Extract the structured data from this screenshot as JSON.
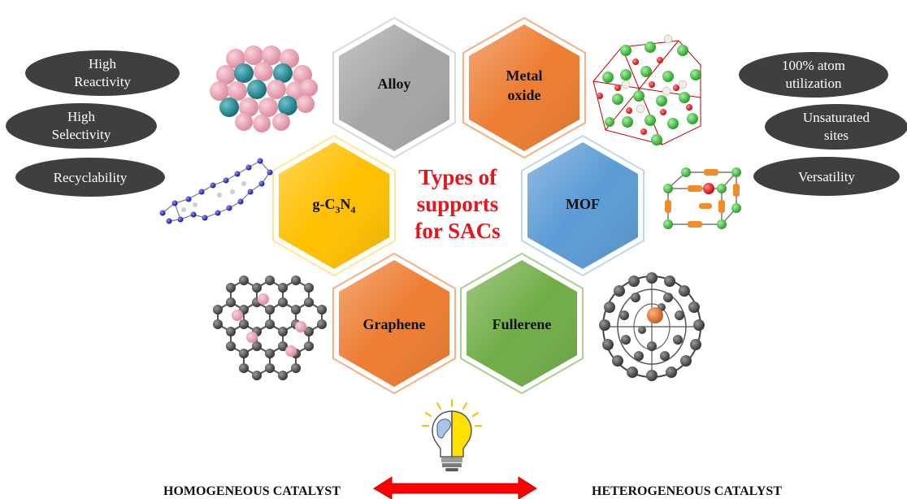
{
  "center_title": [
    "Types of",
    "supports",
    "for SACs"
  ],
  "hexagons": [
    {
      "id": "alloy",
      "label": "Alloy",
      "color": "#a6a6a6"
    },
    {
      "id": "metal-oxide",
      "label_lines": [
        "Metal",
        "oxide"
      ],
      "color": "#ed7d31"
    },
    {
      "id": "g-c3n4",
      "label_parts": [
        "g-C",
        "3",
        "N",
        "4"
      ],
      "color": "#ffc000"
    },
    {
      "id": "mof",
      "label": "MOF",
      "color": "#5b9bd5"
    },
    {
      "id": "graphene",
      "label": "Graphene",
      "color": "#ed7d31"
    },
    {
      "id": "fullerene",
      "label": "Fullerene",
      "color": "#70ad47"
    }
  ],
  "left_pills": [
    {
      "lines": [
        "High",
        "Reactivity"
      ]
    },
    {
      "lines": [
        "High",
        "Selectivity"
      ]
    },
    {
      "lines": [
        "Recyclability"
      ]
    }
  ],
  "right_pills": [
    {
      "lines": [
        "100% atom",
        "utilization"
      ]
    },
    {
      "lines": [
        "Unsaturated",
        "sites"
      ]
    },
    {
      "lines": [
        "Versatility"
      ]
    }
  ],
  "bottom": {
    "left_label": "HOMOGENEOUS CATALYST",
    "right_label": "HETEROGENEOUS  CATALYST"
  },
  "colors": {
    "pill": "#3f3f3f",
    "arrow": "#ff0000",
    "title": "#e8141b"
  }
}
